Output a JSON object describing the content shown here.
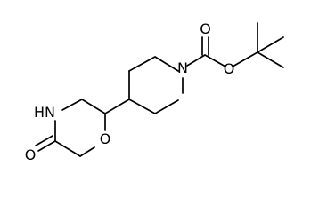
{
  "molecule": {
    "atom_labels": {
      "ketone_oxygen": "O",
      "carbamate_ester_oxygen": "O",
      "carbonyl_oxygen_boc": "O",
      "piperidine_nitrogen": "N",
      "lactam_nitrogen": "HN",
      "morpholine_ring_oxygen": "O"
    }
  }
}
